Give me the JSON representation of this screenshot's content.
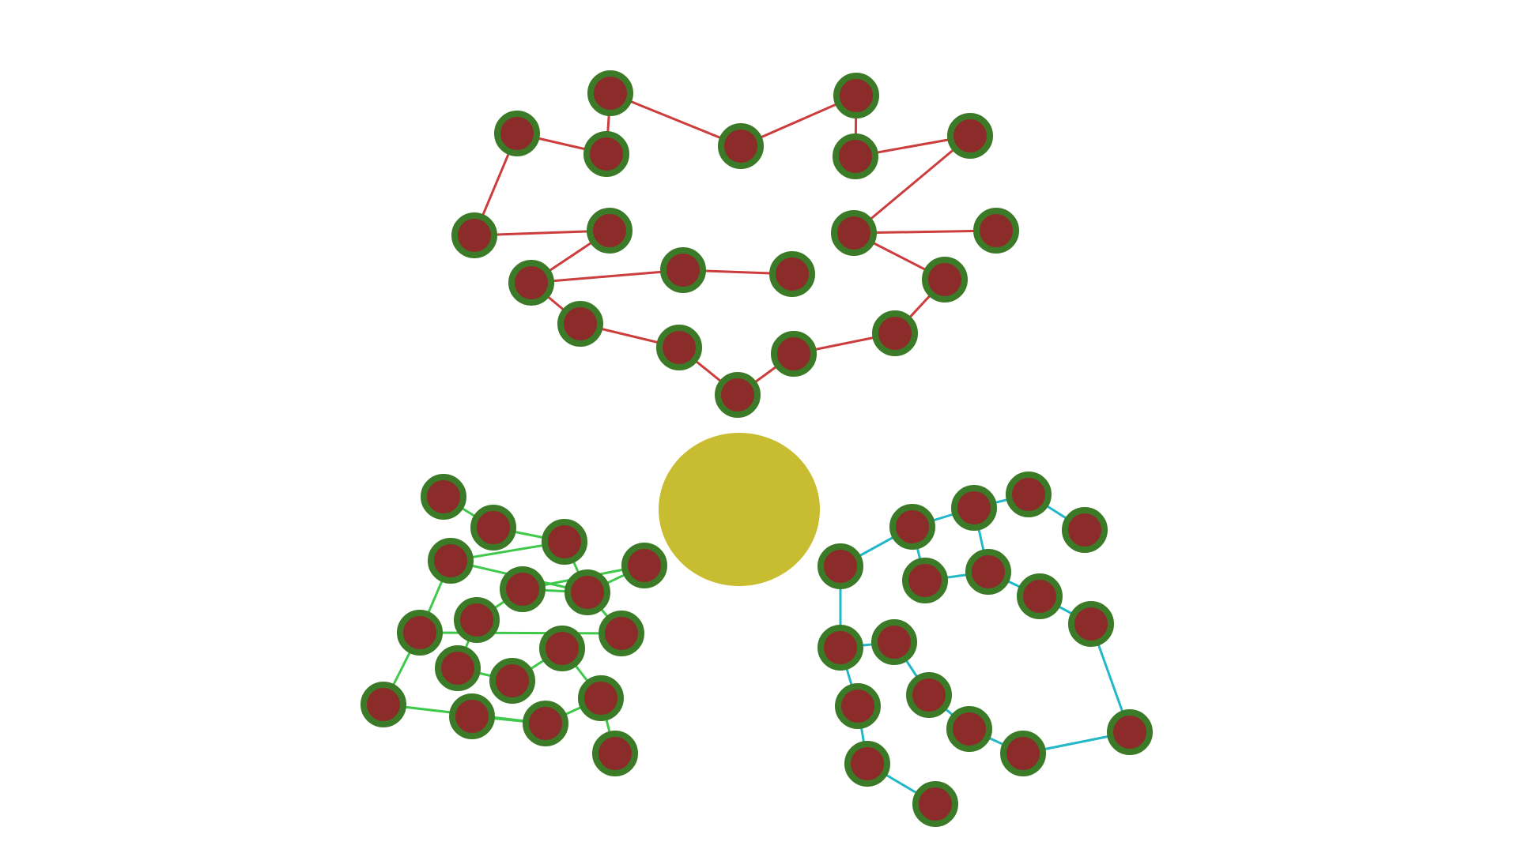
{
  "colors": {
    "background": "#ffffff",
    "hub_fill": "#c8bc30",
    "node_fill": "#8b2c2a",
    "node_stroke": "#3b7a26",
    "edge_red": "#cc3d3d",
    "edge_green": "#40c84a",
    "edge_cyan": "#22b8c8"
  },
  "graph": {
    "hub": "hub",
    "clusters": [
      {
        "name": "red",
        "edge_color": "edge_red",
        "nodes": [
          "r1",
          "r2",
          "r3",
          "r4",
          "r5",
          "r6",
          "r7",
          "r8",
          "r9",
          "r10",
          "r11",
          "r12",
          "r13",
          "r14",
          "r15",
          "r16",
          "r17",
          "r18",
          "r19",
          "r20"
        ],
        "edges": [
          [
            "r1",
            "r2"
          ],
          [
            "r2",
            "r3"
          ],
          [
            "r1",
            "r4"
          ],
          [
            "r4",
            "r5"
          ],
          [
            "r3",
            "r6"
          ],
          [
            "r6",
            "r7"
          ],
          [
            "r7",
            "r8"
          ],
          [
            "r8",
            "r9"
          ],
          [
            "r9",
            "r10"
          ],
          [
            "r8",
            "r11"
          ],
          [
            "r10",
            "r12"
          ],
          [
            "r12",
            "r13"
          ],
          [
            "r13",
            "r14"
          ],
          [
            "r14",
            "r15"
          ],
          [
            "r15",
            "r16"
          ],
          [
            "r16",
            "r17"
          ],
          [
            "r17",
            "r18"
          ],
          [
            "r16",
            "r19"
          ],
          [
            "r19",
            "r20"
          ],
          [
            "r18",
            "r5"
          ]
        ]
      },
      {
        "name": "green",
        "edge_color": "edge_green",
        "nodes": [
          "g1",
          "g2",
          "g3",
          "g4",
          "g5",
          "g6",
          "g7",
          "g8",
          "g9",
          "g10",
          "g11",
          "g12",
          "g13",
          "g14",
          "g15",
          "g16",
          "g17",
          "g18"
        ],
        "edges": [
          [
            "g1",
            "g2"
          ],
          [
            "g2",
            "g3"
          ],
          [
            "g3",
            "g4"
          ],
          [
            "g4",
            "g6"
          ],
          [
            "g3",
            "g6"
          ],
          [
            "g5",
            "g6"
          ],
          [
            "g6",
            "g7"
          ],
          [
            "g7",
            "g8"
          ],
          [
            "g6",
            "g9"
          ],
          [
            "g9",
            "g10"
          ],
          [
            "g10",
            "g11"
          ],
          [
            "g11",
            "g12"
          ],
          [
            "g12",
            "g13"
          ],
          [
            "g13",
            "g14"
          ],
          [
            "g14",
            "g15"
          ],
          [
            "g14",
            "g16"
          ],
          [
            "g16",
            "g17"
          ],
          [
            "g5",
            "g9"
          ],
          [
            "g4",
            "g8"
          ],
          [
            "g8",
            "g18"
          ],
          [
            "g18",
            "g16"
          ]
        ]
      },
      {
        "name": "cyan",
        "edge_color": "edge_cyan",
        "nodes": [
          "c1",
          "c2",
          "c3",
          "c4",
          "c5",
          "c6",
          "c7",
          "c8",
          "c9",
          "c10",
          "c11",
          "c12",
          "c13",
          "c14",
          "c15",
          "c16",
          "c17",
          "c18"
        ],
        "edges": [
          [
            "c1",
            "c2"
          ],
          [
            "c2",
            "c3"
          ],
          [
            "c3",
            "c4"
          ],
          [
            "c4",
            "c5"
          ],
          [
            "c2",
            "c6"
          ],
          [
            "c6",
            "c7"
          ],
          [
            "c7",
            "c3"
          ],
          [
            "c7",
            "c8"
          ],
          [
            "c8",
            "c9"
          ],
          [
            "c9",
            "c10"
          ],
          [
            "c10",
            "c11"
          ],
          [
            "c11",
            "c12"
          ],
          [
            "c12",
            "c13"
          ],
          [
            "c13",
            "c14"
          ],
          [
            "c1",
            "c15"
          ],
          [
            "c15",
            "c14"
          ],
          [
            "c15",
            "c16"
          ],
          [
            "c16",
            "c17"
          ],
          [
            "c17",
            "c18"
          ]
        ]
      }
    ]
  }
}
